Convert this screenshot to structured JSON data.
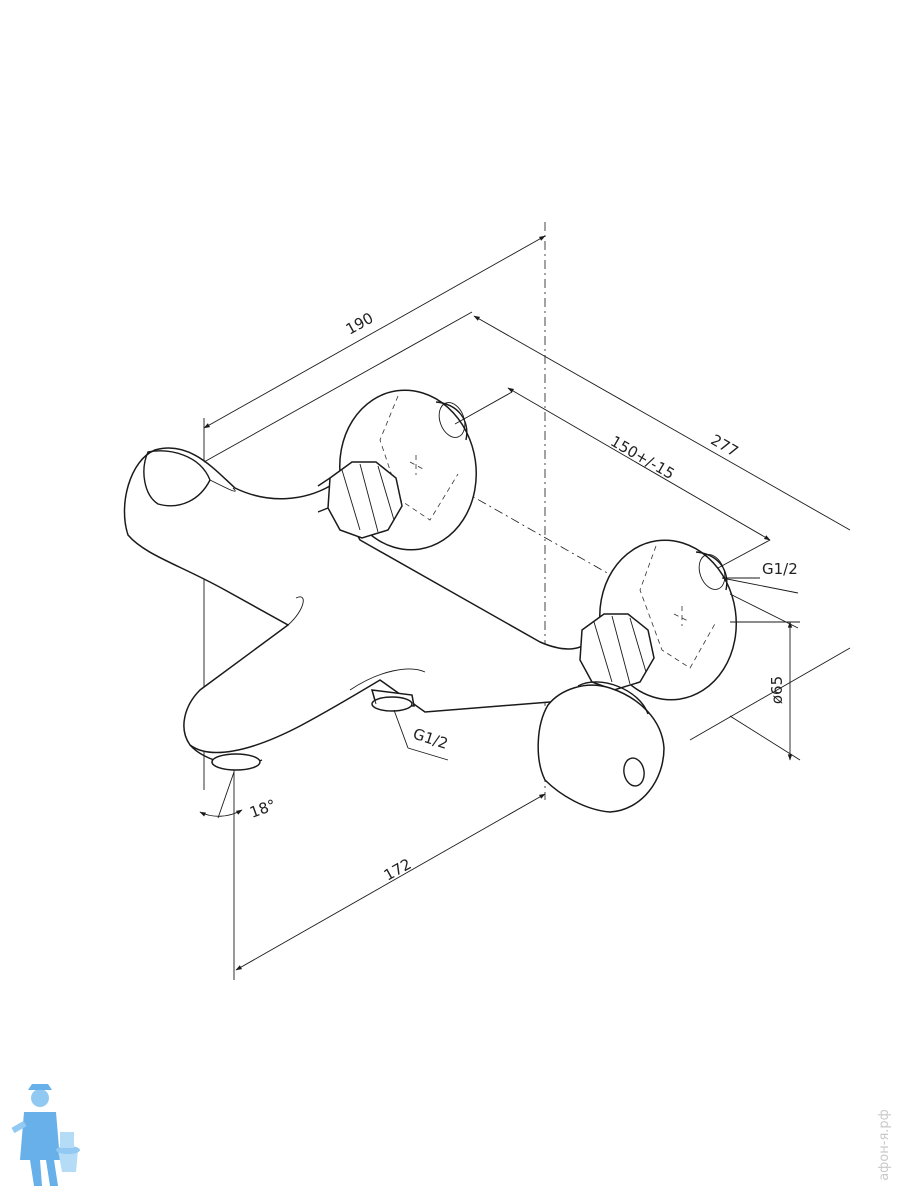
{
  "dimensions": {
    "width_total": "190",
    "depth_total": "277",
    "center_distance": "150+/-15",
    "spout_length": "172",
    "flange_diameter": "ø65",
    "inlet_thread": "G1/2",
    "outlet_thread": "G1/2",
    "spout_angle": "18°"
  },
  "watermark": {
    "text": "афон-я.рф",
    "mascot": "plumber-mascot-icon"
  },
  "colors": {
    "line": "#1a1a1a",
    "mascot": "#4da3e6",
    "watermark": "#c9c9c9"
  }
}
